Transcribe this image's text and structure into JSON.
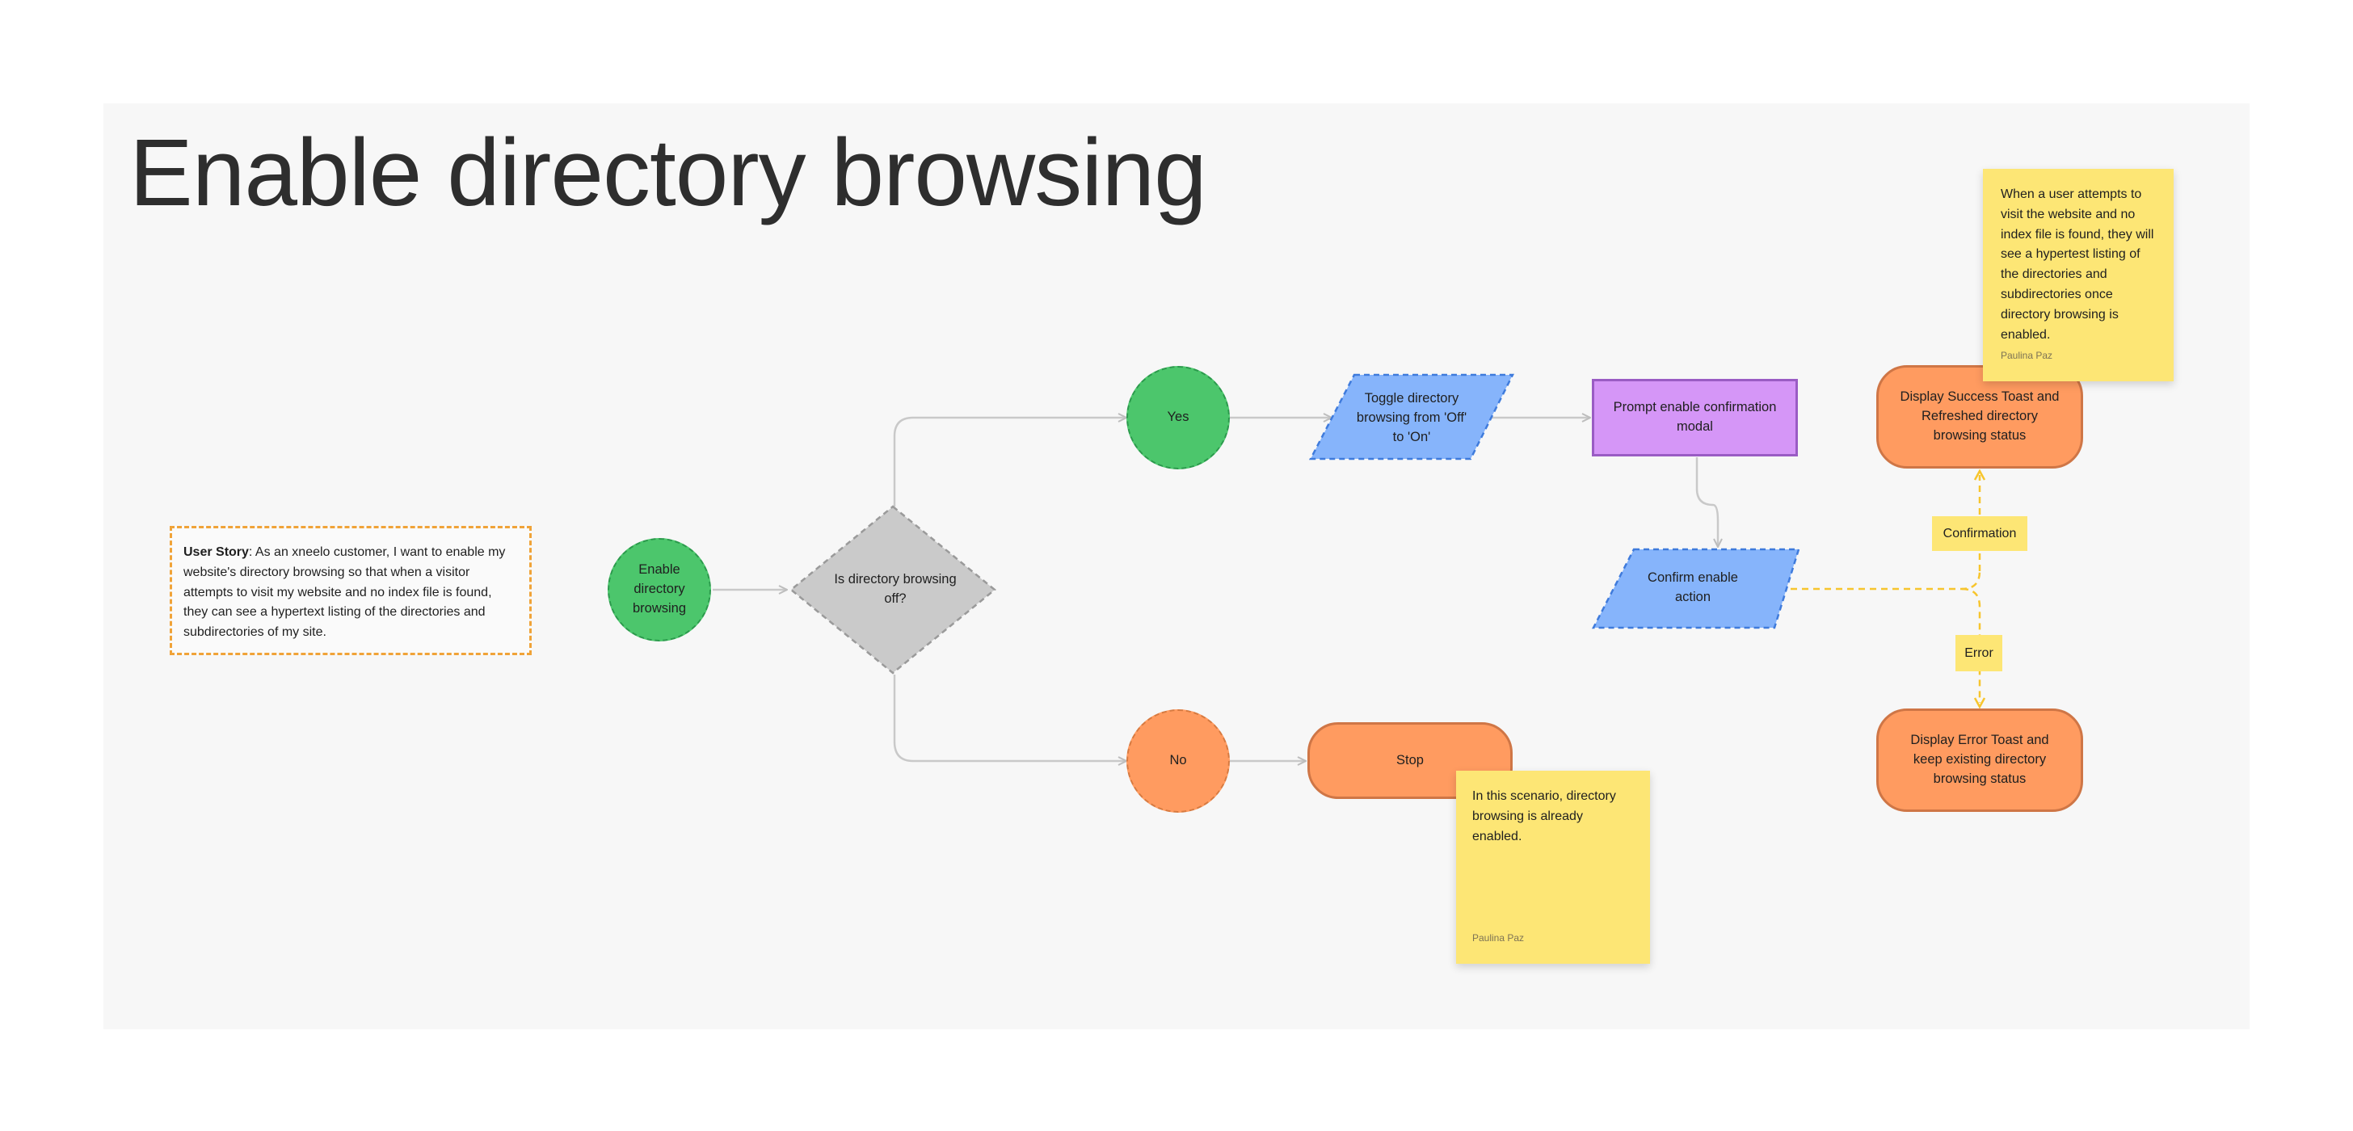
{
  "title": "Enable directory browsing",
  "colors": {
    "board": "#f7f7f7",
    "start_green": "#4cc66c",
    "decision_gray": "#cacaca",
    "terminal_orange": "#ff9b60",
    "io_blue": "#86b4fb",
    "process_purple": "#d596f7",
    "sticky_yellow": "#fde675",
    "user_story_border": "#f0a338",
    "connector_gray": "#c9c9c9",
    "connector_yellow": "#f7c52d"
  },
  "user_story": {
    "label": "User Story",
    "text": ": As an xneelo customer,  I want to enable my website's directory browsing so that when a visitor attempts to visit my website and no index file is found, they can see a hypertext listing of the directories and subdirectories of my site."
  },
  "nodes": {
    "start": "Enable directory browsing",
    "decision": "Is directory browsing off?",
    "yes": "Yes",
    "no": "No",
    "toggle": "Toggle directory browsing from 'Off' to 'On'",
    "prompt": "Prompt enable confirmation modal",
    "confirm": "Confirm enable action",
    "stop": "Stop",
    "success": "Display Success Toast and Refreshed directory browsing status",
    "error": "Display Error Toast and keep existing directory browsing status"
  },
  "edge_labels": {
    "confirmation": "Confirmation",
    "error": "Error"
  },
  "notes": {
    "top": {
      "text": "When a user attempts to visit the website and no index file is found, they will see a hypertest listing of the directories and subdirectories once directory browsing is enabled.",
      "author": "Paulina Paz"
    },
    "bottom": {
      "text": "In this scenario, directory browsing is already enabled.",
      "author": "Paulina Paz"
    }
  }
}
